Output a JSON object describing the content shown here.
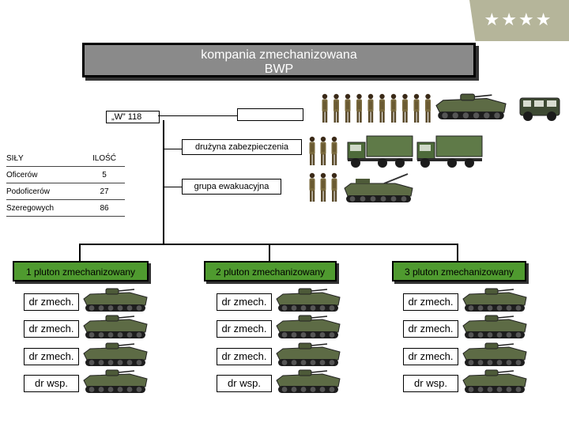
{
  "badge": {
    "stars": "★★★★"
  },
  "title": {
    "line1": "kompania zmechanizowana",
    "line2": "BWP"
  },
  "code_label": "„W” 118",
  "sections": {
    "security": "drużyna zabezpieczenia",
    "evacuation": "grupa ewakuacyjna"
  },
  "stats": {
    "headers": [
      "SIŁY",
      "ILOŚĆ"
    ],
    "rows": [
      {
        "label": "Oficerów",
        "value": "5"
      },
      {
        "label": "Podoficerów",
        "value": "27"
      },
      {
        "label": "Szeregowych",
        "value": "86"
      }
    ]
  },
  "platoons": [
    {
      "label": "1 pluton zmechanizowany",
      "squads": [
        "dr zmech.",
        "dr zmech.",
        "dr zmech.",
        "dr wsp."
      ]
    },
    {
      "label": "2 pluton zmechanizowany",
      "squads": [
        "dr zmech.",
        "dr zmech.",
        "dr zmech.",
        "dr wsp."
      ]
    },
    {
      "label": "3 pluton zmechanizowany",
      "squads": [
        "dr zmech.",
        "dr zmech.",
        "dr zmech.",
        "dr wsp."
      ]
    }
  ],
  "colors": {
    "platoon": "#4f9a2f",
    "title_box": "#8a8a8a",
    "vehicle": "#5d6b45",
    "soldier": "#7a6a3e"
  },
  "icons": {
    "soldier": "soldier-icon",
    "ifv": "ifv-vehicle-icon",
    "truck": "truck-icon",
    "jeep": "jeep-icon",
    "recovery": "recovery-vehicle-icon"
  }
}
